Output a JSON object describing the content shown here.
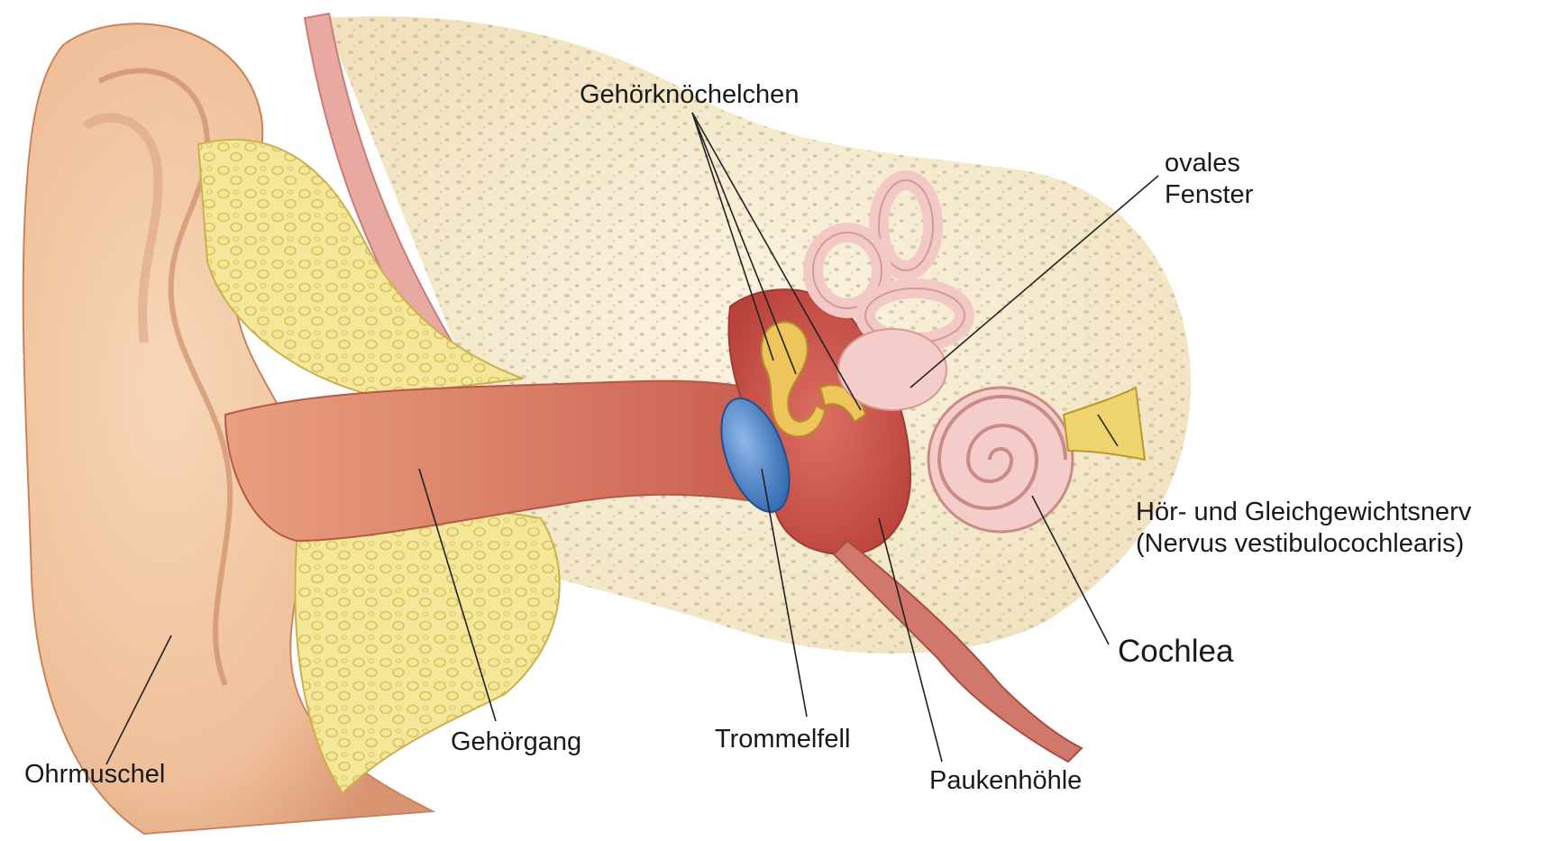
{
  "diagram": {
    "labels": {
      "gehoerknoechelchen": "Gehörknöchelchen",
      "ovales_fenster_line1": "ovales",
      "ovales_fenster_line2": "Fenster",
      "nerv_line1": "Hör- und Gleichgewichtsnerv",
      "nerv_line2": "(Nervus vestibulocochlearis)",
      "cochlea": "Cochlea",
      "ohrmuschel": "Ohrmuschel",
      "gehoergang": "Gehörgang",
      "trommelfell": "Trommelfell",
      "paukenhoehle": "Paukenhöhle"
    },
    "colors": {
      "skin": "#f0c29e",
      "skin_dark": "#d9936c",
      "canal": "#d36f5c",
      "bone": "#f6ecd0",
      "bone_dots": "#bdb3a2",
      "cartilage": "#f3e38c",
      "eardrum": "#4c86c9",
      "cavity": "#c84f46",
      "ossicles": "#e9c35a",
      "inner_ear": "#f2c6c4",
      "nerve": "#ecd26e",
      "leader_line": "#222222"
    }
  }
}
